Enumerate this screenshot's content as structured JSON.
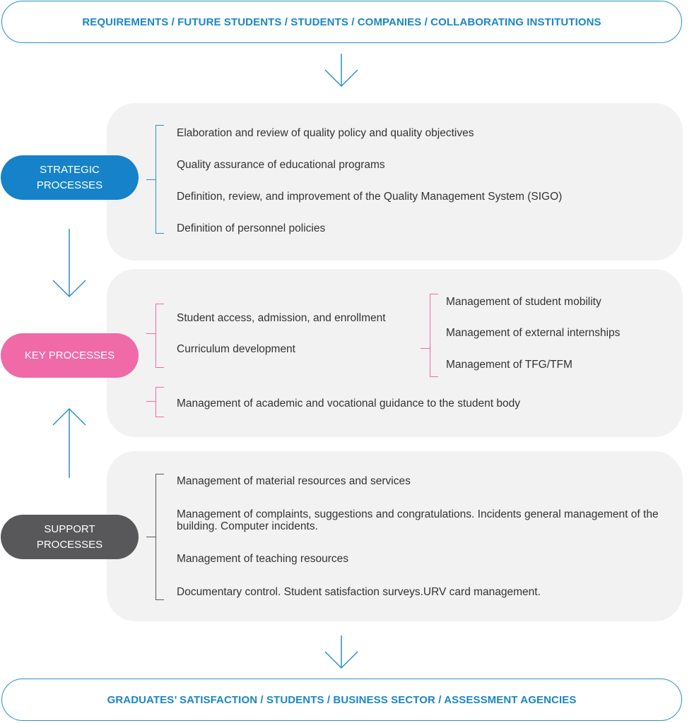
{
  "top_banner": "REQUIREMENTS / FUTURE STUDENTS / STUDENTS / COMPANIES / COLLABORATING INSTITUTIONS",
  "bottom_banner": "GRADUATES’ SATISFACTION / STUDENTS / BUSINESS SECTOR / ASSESSMENT AGENCIES",
  "strategic": {
    "label_line1": "STRATEGIC",
    "label_line2": "PROCESSES",
    "items": [
      "Elaboration and review of quality policy and quality objectives",
      "Quality assurance of educational programs",
      "Definition, review, and improvement of the Quality Management System (SIGO)",
      "Definition of personnel policies"
    ],
    "color": "#1582c9"
  },
  "key": {
    "label": "KEY PROCESSES",
    "left_items": [
      "Student access, admission, and enrollment",
      "Curriculum development"
    ],
    "right_items": [
      "Management of student mobility",
      "Management of external internships",
      "Management of TFG/TFM"
    ],
    "bottom_item": "Management of academic and vocational guidance to the student body",
    "color": "#ef6aa7"
  },
  "support": {
    "label_line1": "SUPPORT",
    "label_line2": "PROCESSES",
    "items": [
      "Management of material resources and services",
      "Management of complaints, suggestions and congratulations. Incidents general management of the building. Computer incidents.",
      "Management of teaching resources",
      "Documentary control. Student satisfaction surveys.URV card management."
    ],
    "color": "#58585a"
  }
}
